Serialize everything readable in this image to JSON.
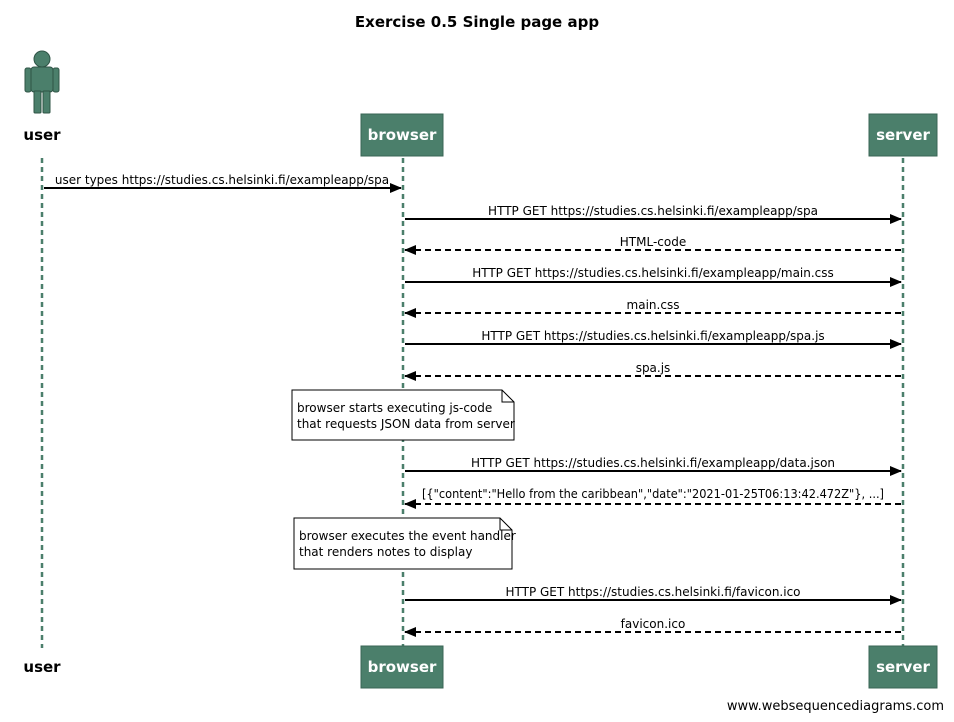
{
  "title": "Exercise 0.5 Single page app",
  "colors": {
    "participant_fill": "#4b7f6b",
    "lifeline": "#4b7f6b",
    "arrow": "#000000",
    "note_fill": "#ffffff"
  },
  "participants": {
    "user": "user",
    "browser": "browser",
    "server": "server"
  },
  "messages": [
    {
      "from": "user",
      "to": "browser",
      "text": "user types https://studies.cs.helsinki.fi/exampleapp/spa",
      "style": "solid"
    },
    {
      "from": "browser",
      "to": "server",
      "text": "HTTP GET https://studies.cs.helsinki.fi/exampleapp/spa",
      "style": "solid"
    },
    {
      "from": "server",
      "to": "browser",
      "text": "HTML-code",
      "style": "dashed"
    },
    {
      "from": "browser",
      "to": "server",
      "text": "HTTP GET https://studies.cs.helsinki.fi/exampleapp/main.css",
      "style": "solid"
    },
    {
      "from": "server",
      "to": "browser",
      "text": "main.css",
      "style": "dashed"
    },
    {
      "from": "browser",
      "to": "server",
      "text": "HTTP GET https://studies.cs.helsinki.fi/exampleapp/spa.js",
      "style": "solid"
    },
    {
      "from": "server",
      "to": "browser",
      "text": "spa.js",
      "style": "dashed"
    },
    {
      "from": "browser",
      "to": "server",
      "text": "HTTP GET https://studies.cs.helsinki.fi/exampleapp/data.json",
      "style": "solid"
    },
    {
      "from": "server",
      "to": "browser",
      "text": "[{\"content\":\"Hello from the caribbean\",\"date\":\"2021-01-25T06:13:42.472Z\"}, ...]",
      "style": "dashed"
    },
    {
      "from": "browser",
      "to": "server",
      "text": "HTTP GET https://studies.cs.helsinki.fi/favicon.ico",
      "style": "solid"
    },
    {
      "from": "server",
      "to": "browser",
      "text": "favicon.ico",
      "style": "dashed"
    }
  ],
  "notes": [
    {
      "lines": [
        "browser starts executing js-code",
        "that requests JSON data from server"
      ]
    },
    {
      "lines": [
        "browser executes the event handler",
        "that renders notes to display"
      ]
    }
  ],
  "footer": "www.websequencediagrams.com"
}
